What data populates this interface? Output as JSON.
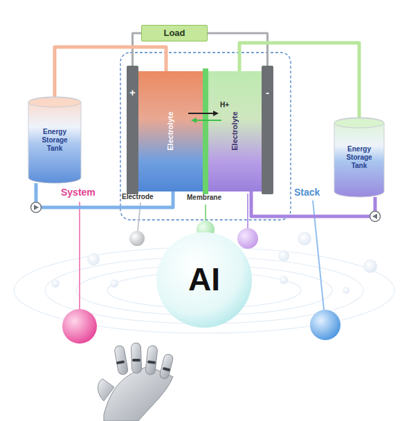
{
  "diagram": {
    "nodes": [
      {
        "text": [
          "Load"
        ]
      },
      {
        "text": [
          "Energy Storage Tank"
        ]
      },
      {
        "text": [
          "+"
        ]
      },
      {
        "text": [
          "Electrolyte"
        ]
      },
      {
        "text": [
          "Electrolyte"
        ]
      },
      {
        "text": [
          "-"
        ]
      },
      {
        "text": [
          "Energy Storage Tank"
        ]
      },
      {
        "text": [
          "AI"
        ]
      }
    ],
    "edges": [
      {
        "from": 0,
        "to": 2,
        "arrow": "none"
      },
      {
        "from": 0,
        "to": 5,
        "arrow": "none"
      },
      {
        "from": 1,
        "to": 3,
        "arrow": "none"
      },
      {
        "from": 6,
        "to": 4,
        "arrow": "none"
      },
      {
        "from": 1,
        "to": 3,
        "arrow": "none"
      },
      {
        "from": 6,
        "to": 4,
        "arrow": "none"
      }
    ],
    "labels": [
      "H+",
      "System",
      "Electrode",
      "Membrane",
      "Stack"
    ]
  }
}
